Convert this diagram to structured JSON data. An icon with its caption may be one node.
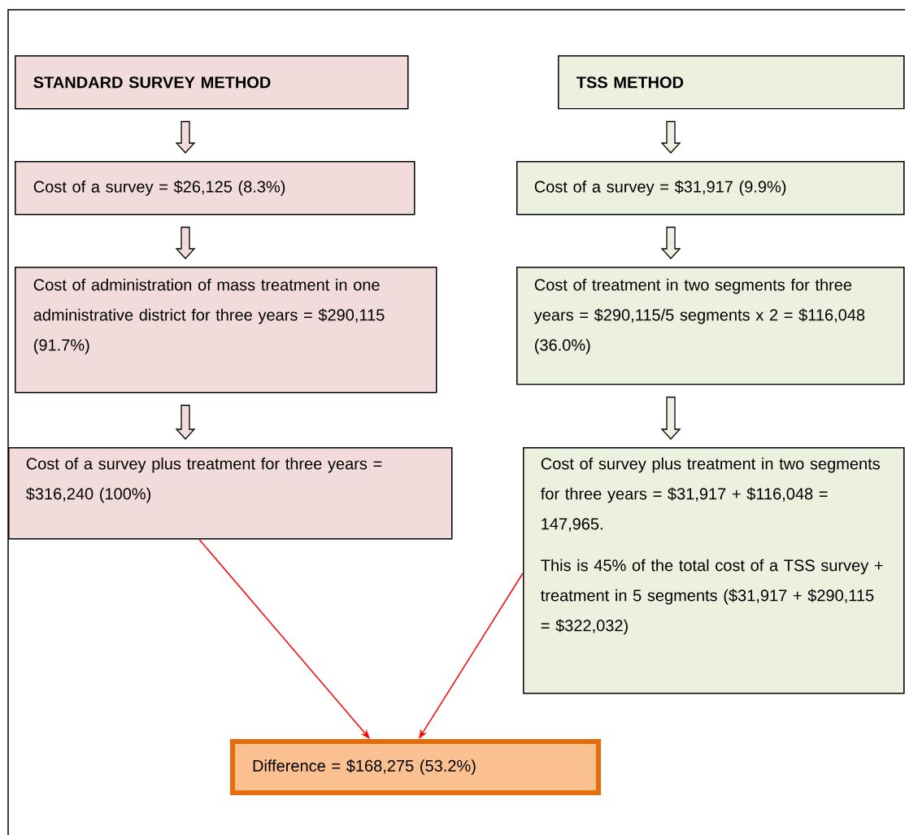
{
  "diagram": {
    "nodes": [
      {
        "text": [
          "STANDARD SURVEY METHOD"
        ]
      },
      {
        "text": [
          "TSS METHOD"
        ]
      },
      {
        "text": [
          "Cost of a survey = $26,125 (8.3%)"
        ]
      },
      {
        "text": [
          "Cost of a survey = $31,917 (9.9%)"
        ]
      },
      {
        "text": [
          "Cost of administration of mass treatment in one administrative district for three years = $290,115 (91.7%)"
        ]
      },
      {
        "text": [
          "Cost of treatment in two segments for three years = $290,115/5 segments x 2 = $116,048 (36.0%)"
        ]
      },
      {
        "text": [
          "Cost of a survey plus treatment for three years = $316,240 (100%)"
        ]
      },
      {
        "text": [
          "Cost of survey plus treatment in two segments for three years = $31,917 + $116,048 = 147,965.",
          "This is 45% of the total cost of a TSS survey + treatment in 5 segments ($31,917 + $290,115 = $322,032)"
        ]
      },
      {
        "text": [
          "Difference = $168,275 (53.2%)"
        ]
      }
    ],
    "edges": [
      {
        "from": 0,
        "to": 2,
        "arrow": "to"
      },
      {
        "from": 2,
        "to": 4,
        "arrow": "to"
      },
      {
        "from": 4,
        "to": 6,
        "arrow": "to"
      },
      {
        "from": 1,
        "to": 3,
        "arrow": "to"
      },
      {
        "from": 3,
        "to": 5,
        "arrow": "to"
      },
      {
        "from": 5,
        "to": 7,
        "arrow": "to"
      },
      {
        "from": 6,
        "to": 8,
        "arrow": "to",
        "color": "#ff0000"
      },
      {
        "from": 7,
        "to": 8,
        "arrow": "to",
        "color": "#ff0000"
      }
    ]
  }
}
